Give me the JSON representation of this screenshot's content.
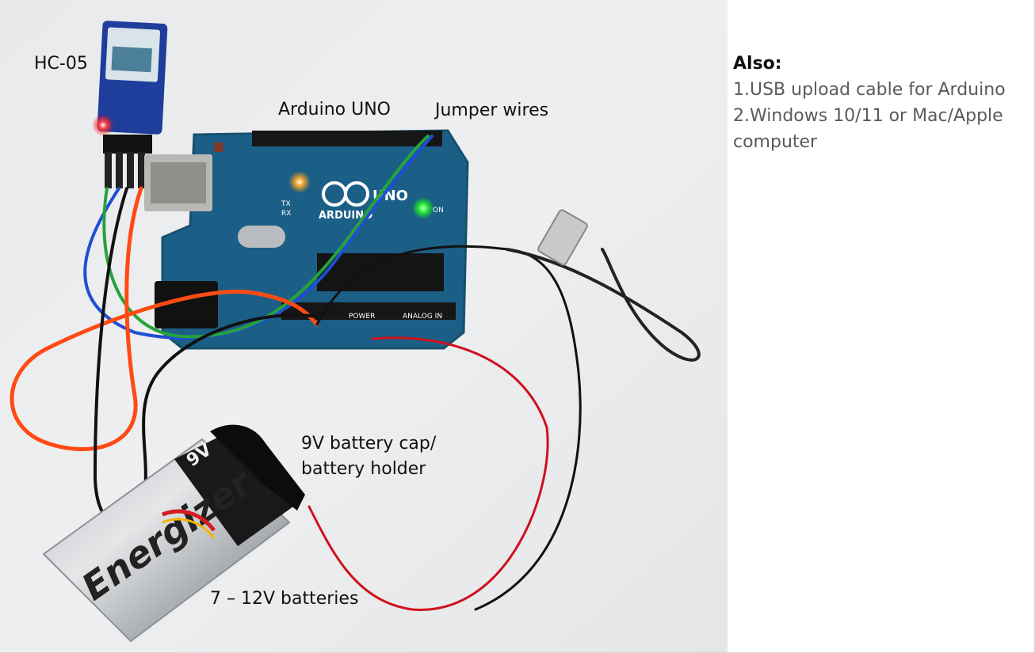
{
  "photo": {
    "labels": {
      "hc05": "HC-05",
      "arduino": "Arduino UNO",
      "jumper": "Jumper wires",
      "battery_cap": "9V battery cap/",
      "battery_cap_2": "battery holder",
      "batteries": "7 – 12V batteries"
    },
    "printed": {
      "battery_brand": "Energizer",
      "battery_voltage": "9V",
      "battery_date": "12-2022",
      "battery_type": "PILE ALCALINE",
      "board_brand": "ARDUINO",
      "board_model": "UNO",
      "power_header": "POWER",
      "analog_header": "ANALOG IN",
      "on_led": "ON",
      "tx": "TX",
      "rx": "RX"
    }
  },
  "notes": {
    "title": "Also:",
    "items": [
      "1.USB upload cable for Arduino",
      "2.Windows 10/11 or Mac/Apple computer"
    ]
  }
}
